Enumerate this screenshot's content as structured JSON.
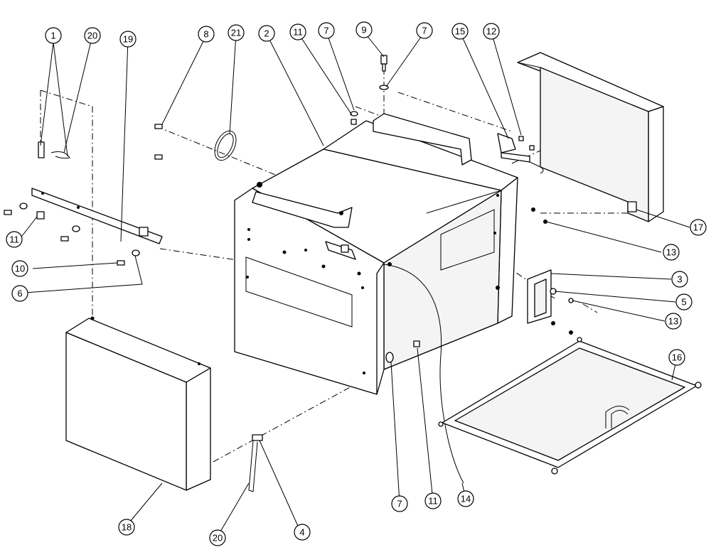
{
  "callouts": [
    {
      "id": "c1",
      "label": "1"
    },
    {
      "id": "c20a",
      "label": "20"
    },
    {
      "id": "c19",
      "label": "19"
    },
    {
      "id": "c8",
      "label": "8"
    },
    {
      "id": "c21",
      "label": "21"
    },
    {
      "id": "c2",
      "label": "2"
    },
    {
      "id": "c11a",
      "label": "11"
    },
    {
      "id": "c7a",
      "label": "7"
    },
    {
      "id": "c9",
      "label": "9"
    },
    {
      "id": "c7b",
      "label": "7"
    },
    {
      "id": "c15",
      "label": "15"
    },
    {
      "id": "c12",
      "label": "12"
    },
    {
      "id": "c11b",
      "label": "11"
    },
    {
      "id": "c10",
      "label": "10"
    },
    {
      "id": "c6",
      "label": "6"
    },
    {
      "id": "c17",
      "label": "17"
    },
    {
      "id": "c13a",
      "label": "13"
    },
    {
      "id": "c3",
      "label": "3"
    },
    {
      "id": "c5",
      "label": "5"
    },
    {
      "id": "c13b",
      "label": "13"
    },
    {
      "id": "c16",
      "label": "16"
    },
    {
      "id": "c18",
      "label": "18"
    },
    {
      "id": "c20b",
      "label": "20"
    },
    {
      "id": "c4",
      "label": "4"
    },
    {
      "id": "c7c",
      "label": "7"
    },
    {
      "id": "c11c",
      "label": "11"
    },
    {
      "id": "c14",
      "label": "14"
    }
  ]
}
